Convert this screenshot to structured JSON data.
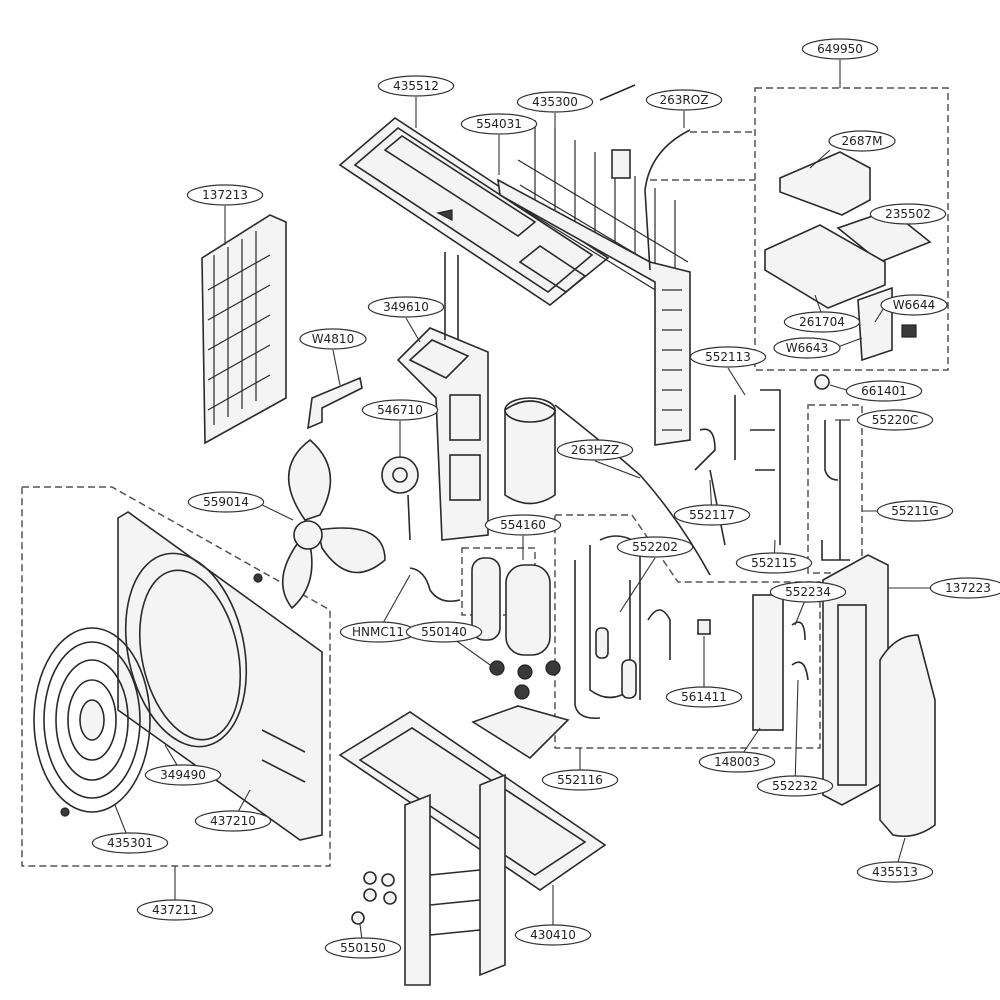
{
  "labels": [
    {
      "id": "l1",
      "text": "649950"
    },
    {
      "id": "l2",
      "text": "435512"
    },
    {
      "id": "l3",
      "text": "435300"
    },
    {
      "id": "l4",
      "text": "263ROZ"
    },
    {
      "id": "l5",
      "text": "554031"
    },
    {
      "id": "l6",
      "text": "2687M"
    },
    {
      "id": "l7",
      "text": "137213"
    },
    {
      "id": "l8",
      "text": "235502"
    },
    {
      "id": "l9",
      "text": "349610"
    },
    {
      "id": "l10",
      "text": "W6644"
    },
    {
      "id": "l11",
      "text": "261704"
    },
    {
      "id": "l12",
      "text": "W4810"
    },
    {
      "id": "l13",
      "text": "W6643"
    },
    {
      "id": "l14",
      "text": "552113"
    },
    {
      "id": "l15",
      "text": "661401"
    },
    {
      "id": "l16",
      "text": "546710"
    },
    {
      "id": "l17",
      "text": "55220C"
    },
    {
      "id": "l18",
      "text": "263HZZ"
    },
    {
      "id": "l19",
      "text": "559014"
    },
    {
      "id": "l20",
      "text": "552117"
    },
    {
      "id": "l21",
      "text": "55211G"
    },
    {
      "id": "l22",
      "text": "554160"
    },
    {
      "id": "l23",
      "text": "552202"
    },
    {
      "id": "l24",
      "text": "552115"
    },
    {
      "id": "l25",
      "text": "552234"
    },
    {
      "id": "l26",
      "text": "137223"
    },
    {
      "id": "l27",
      "text": "HNMC11"
    },
    {
      "id": "l28",
      "text": "550140"
    },
    {
      "id": "l29",
      "text": "561411"
    },
    {
      "id": "l30",
      "text": "349490"
    },
    {
      "id": "l31",
      "text": "148003"
    },
    {
      "id": "l32",
      "text": "552116"
    },
    {
      "id": "l33",
      "text": "552232"
    },
    {
      "id": "l34",
      "text": "437210"
    },
    {
      "id": "l35",
      "text": "435301"
    },
    {
      "id": "l36",
      "text": "435513"
    },
    {
      "id": "l37",
      "text": "437211"
    },
    {
      "id": "l38",
      "text": "430410"
    },
    {
      "id": "l39",
      "text": "550150"
    }
  ]
}
